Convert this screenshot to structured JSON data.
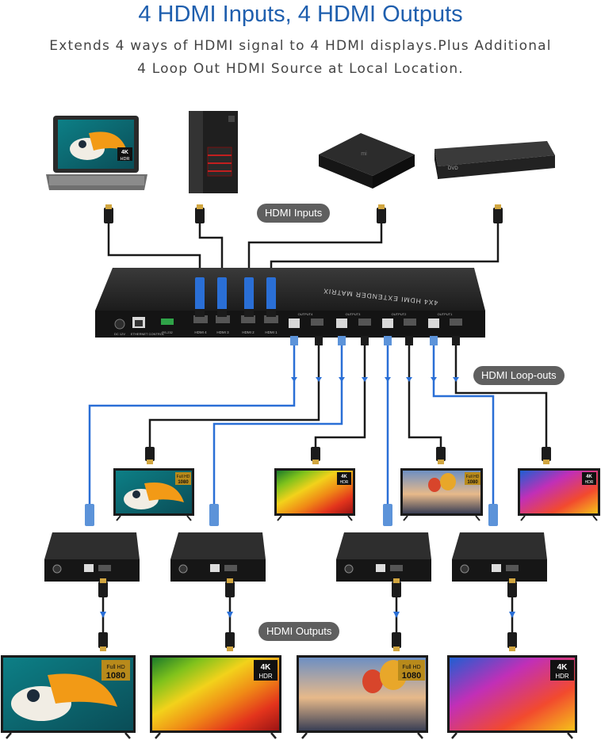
{
  "header": {
    "title": "4 HDMI Inputs, 4 HDMI Outputs",
    "subtitle_line1": "Extends 4 ways of HDMI signal to 4 HDMI displays.Plus Additional",
    "subtitle_line2": "4 Loop Out HDMI Source at Local Location."
  },
  "labels": {
    "hdmi_inputs": "HDMI Inputs",
    "hdmi_loopouts": "HDMI Loop-outs",
    "hdmi_outputs": "HDMI Outputs"
  },
  "sources": {
    "laptop_badge_top": "4K",
    "laptop_badge_bottom": "HDR",
    "player_text": "DVD"
  },
  "matrix": {
    "model_text": "4X4 HDMI EXTENDER MATRIX",
    "power_label": "DC 12V",
    "ethernet_label": "ETHERNET CONTROL",
    "rs232_label": "RS-232",
    "input_labels": [
      "HDMI 4",
      "HDMI 3",
      "HDMI 2",
      "HDMI 1"
    ],
    "output_labels": [
      "OUTPUT4",
      "OUTPUT3",
      "OUTPUT2",
      "OUTPUT1"
    ]
  },
  "loop_displays": [
    {
      "badge_top": "Full HD",
      "badge_bottom": "1080"
    },
    {
      "badge_top": "4K",
      "badge_bottom": "HDR"
    },
    {
      "badge_top": "Full HD",
      "badge_bottom": "1080"
    },
    {
      "badge_top": "4K",
      "badge_bottom": "HDR"
    }
  ],
  "output_displays": [
    {
      "badge_top": "Full HD",
      "badge_bottom": "1080"
    },
    {
      "badge_top": "4K",
      "badge_bottom": "HDR"
    },
    {
      "badge_top": "Full HD",
      "badge_bottom": "1080"
    },
    {
      "badge_top": "4K",
      "badge_bottom": "HDR"
    }
  ],
  "colors": {
    "title": "#1f5fae",
    "cable_blue": "#2a6fd6",
    "cable_black": "#1a1a1a",
    "device_dark": "#2b2b2b",
    "label_pill": "#5f5f5f"
  }
}
